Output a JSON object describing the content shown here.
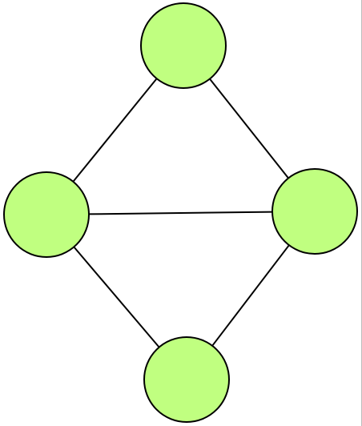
{
  "colors": {
    "background": "#ffffff",
    "node_fill": "#c0ff80",
    "node_stroke": "#000000",
    "edge_stroke": "#000000",
    "right_edge": "#bdbdbd"
  },
  "nodes": [
    {
      "id": "top",
      "label": ""
    },
    {
      "id": "left",
      "label": ""
    },
    {
      "id": "right",
      "label": ""
    },
    {
      "id": "bottom",
      "label": ""
    }
  ],
  "edges": [
    {
      "from": "top",
      "to": "left"
    },
    {
      "from": "top",
      "to": "right"
    },
    {
      "from": "left",
      "to": "right"
    },
    {
      "from": "left",
      "to": "bottom"
    },
    {
      "from": "right",
      "to": "bottom"
    }
  ]
}
